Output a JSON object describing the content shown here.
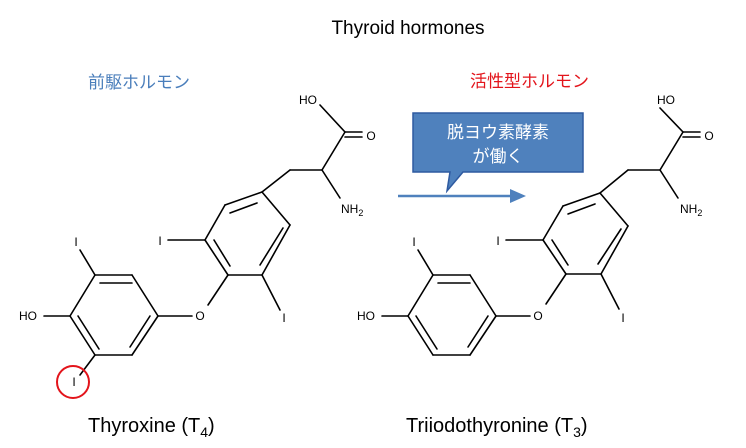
{
  "title": "Thyroid hormones",
  "left": {
    "label_jp": "前駆ホルモン",
    "label_color": "#4a7ebb",
    "compound_name": "Thyroxine (T",
    "compound_subscript": "4",
    "compound_close": ")"
  },
  "right": {
    "label_jp": "活性型ホルモン",
    "label_color": "#e3141b",
    "compound_name": "Triiodothyronine (T",
    "compound_subscript": "3",
    "compound_close": ")"
  },
  "callout": {
    "line1": "脱ヨウ素酵素",
    "line2": "が働く",
    "fill": "#4f81bd",
    "border": "#2e5aa0",
    "text_color": "#ffffff",
    "arrow_color": "#4f81bd"
  },
  "atoms": {
    "hydroxyl_acid": "HO",
    "carbonyl_o": "O",
    "amine": "NH",
    "amine_sub": "2",
    "iodine": "I",
    "ether_o": "O",
    "phenol": "HO"
  },
  "highlight": {
    "color": "#e3141b",
    "target": "I"
  }
}
